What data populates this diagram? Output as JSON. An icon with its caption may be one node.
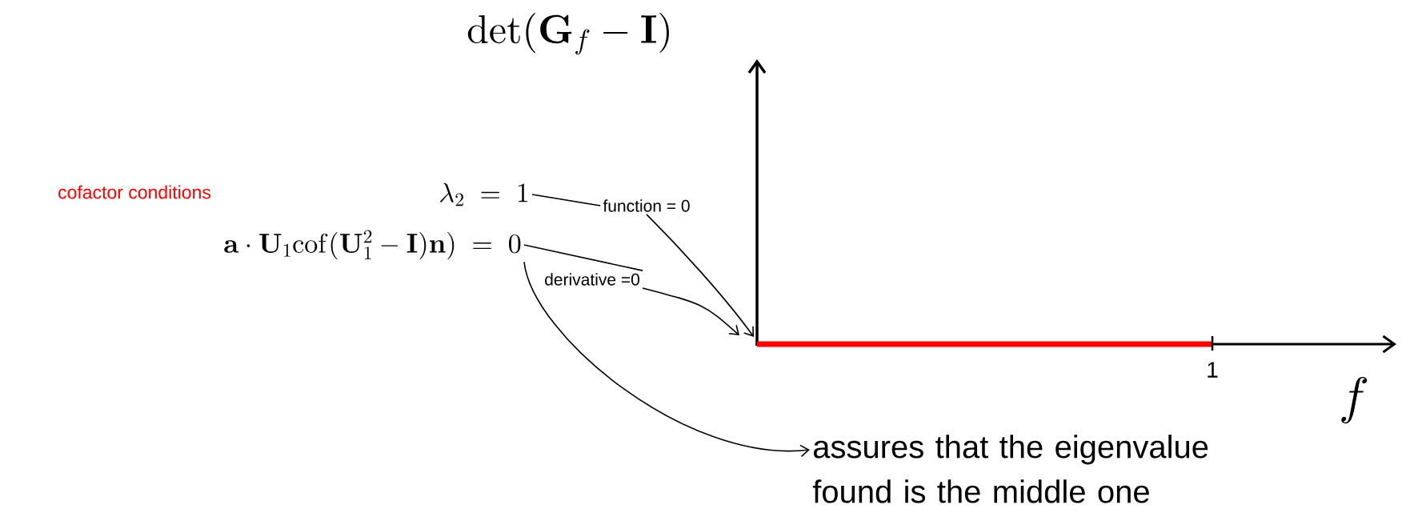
{
  "diagram": {
    "nodes": [
      {
        "text": [
          "\\lambda_2 \\;=\\; 1"
        ]
      },
      {
        "text": [
          "\\mathbf{a}\\cdot\\mathbf{U}_1\\mathrm{cof}(\\mathbf{U}_1^2-\\mathbf{I})\\mathbf{n}) \\;=\\; 0"
        ]
      },
      {
        "text": [
          "function = 0"
        ]
      },
      {
        "text": [
          "derivative =0"
        ]
      },
      {
        "text": [
          "assures that the eigenvalue found is the middle one"
        ]
      }
    ],
    "edges": [
      {
        "from": 0,
        "to": 2,
        "arrow": "none"
      },
      {
        "from": 1,
        "to": 3,
        "arrow": "none"
      },
      {
        "from": 2,
        "to": null,
        "arrow": "to"
      },
      {
        "from": 3,
        "to": null,
        "arrow": "to"
      },
      {
        "from": 1,
        "to": 4,
        "arrow": "to"
      }
    ],
    "labels": [
      "cofactor conditions",
      "\\det(\\mathbf{G}_f-\\mathbf{I})",
      "1",
      "f"
    ]
  }
}
